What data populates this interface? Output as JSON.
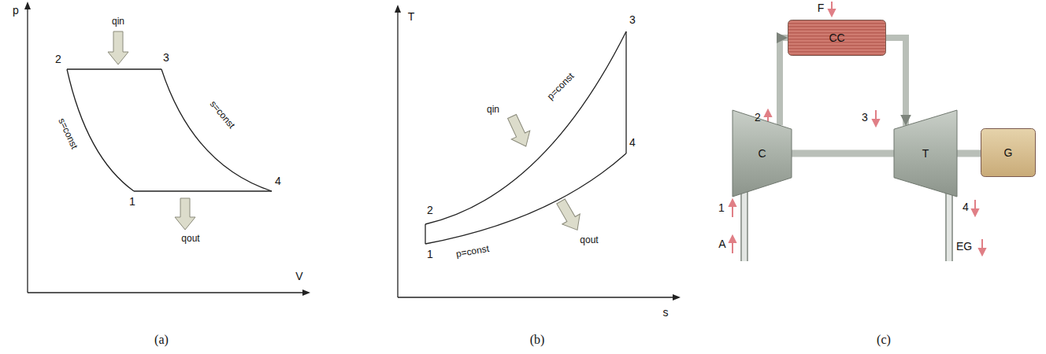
{
  "diagram": {
    "nodes": [
      {
        "text": [
          "C"
        ]
      },
      {
        "text": [
          "CC"
        ]
      },
      {
        "text": [
          "T"
        ]
      },
      {
        "text": [
          "G"
        ]
      }
    ],
    "edges": [
      {
        "from": 0,
        "to": 1,
        "arrow": "to",
        "label": "2"
      },
      {
        "from": 1,
        "to": 2,
        "arrow": "to",
        "label": "3"
      },
      {
        "from": 0,
        "to": 2,
        "arrow": "none"
      },
      {
        "from": 2,
        "to": 3,
        "arrow": "none"
      }
    ],
    "labels": [
      "p",
      "V",
      "qin",
      "qout",
      "2",
      "3",
      "1",
      "4",
      "s=const",
      "s=const",
      "(a)",
      "T",
      "s",
      "2",
      "3",
      "1",
      "4",
      "qin",
      "p=const",
      "qout",
      "p=const",
      "(b)",
      "F",
      "1",
      "A",
      "4",
      "EG",
      "(c)"
    ]
  }
}
